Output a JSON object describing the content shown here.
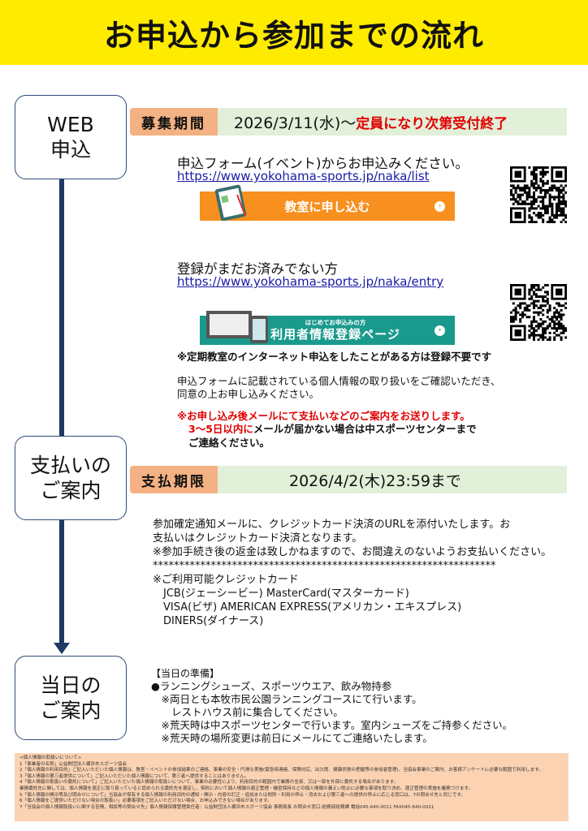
{
  "title": "お申込から参加までの流れ",
  "steps": [
    {
      "label": "WEB\n申込",
      "l1": "WEB",
      "l2": "申込"
    },
    {
      "l1": "支払いの",
      "l2": "ご案内"
    },
    {
      "l1": "当日の",
      "l2": "ご案内"
    }
  ],
  "web": {
    "period_label": "募集期間",
    "period_value": "2026/3/11(水)～",
    "period_red": "定員になり次第受付終了",
    "form_text": "申込フォーム(イベント)からお申込みください。",
    "form_url": "https://www.yokohama-sports.jp/naka/list",
    "apply_button": "教室に申し込む",
    "register_text": "登録がまだお済みでない方",
    "register_url": "https://www.yokohama-sports.jp/naka/entry",
    "register_button_small": "はじめてお申込みの方",
    "register_button": "利用者情報登録ページ",
    "note1": "※定期教室のインターネット申込をしたことがある方は登録不要です",
    "note2a": "申込フォームに記載されている個人情報の取り扱いをご確認いただき、",
    "note2b": "同意の上お申し込みください。",
    "note3a": "※お申し込み後メールにて支払いなどのご案内をお送りします。",
    "note3b_red": "3～5日以内に",
    "note3b": "メールが届かない場合は中スポーツセンターまで",
    "note3c": "ご連絡ください。"
  },
  "payment": {
    "deadline_label": "支払期限",
    "deadline_value": "2026/4/2(木)23:59まで",
    "lines": [
      "参加確定通知メールに、クレジットカード決済のURLを添付いたします。お",
      "支払いはクレジットカード決済となります。",
      "※参加手続き後の返金は致しかねますので、お間違えのないようお支払いください。",
      "*****************************************************************",
      "※ご利用可能クレジットカード",
      "　JCB(ジェーシービー) MasterCard(マスターカード)",
      "　VISA(ビザ) AMERICAN EXPRESS(アメリカン・エキスプレス)",
      "　DINERS(ダイナース)"
    ]
  },
  "day": {
    "lines": [
      "【当日の準備】",
      "●ランニングシューズ、スポーツウエア、飲み物持参",
      "　※両日とも本牧市民公園ランニングコースにて行います。",
      "　　レストハウス前に集合してください。",
      "　※荒天時は中スポーツセンターで行います。室内シューズをご持参ください。",
      "　※荒天時の場所変更は前日にメールにてご連絡いたします。"
    ]
  },
  "footer": [
    "<個人情報の取扱いについて>",
    "1「事業者の名称」公益財団法人横浜市スポーツ協会",
    "2「個人情報の利用目的」ご記入いただいた個人情報は、教室・イベントの参加結果のご連絡、事業の安全・円滑な実施(緊急時連絡、保険対応、出欠席、健康状態の把握等の参加者管理)、当協会事業のご案内、お客様アンケートに必要な範囲で利用します。",
    "3「個人情報の第三者提供について」ご記入いただいた個人情報について、第三者へ提供することはありません。",
    "4「個人情報の取扱いの委託について」ご記入いただいた個人情報の取扱いについて、事業の必要性により、利用目的の範囲内で業務の全部、又は一部を外部に委託する場合があります。",
    "業務委託先に関しては、個人情報を適正に取り扱っていると認められる委託先を選定し、契約において個人情報の適正管理・機密保持などの個人情報の漏えい防止に必要な事項を取り決め、適正管理の実施を義務づけます。",
    "5「個人情報の開示等及び問合せについて」当協会が保有する個人情報の利用目的の通知・開示・内容の訂正・追加または削除・利用の停止・消去および第三者への提供の停止に応じる窓口は、7の問合せ先と同じです。",
    "6「個人情報をご提供いただけない場合の取扱い」必要事項をご記入いただけない場合、お申込みできない場合があります。",
    "7「当協会の個人情報取扱いに関する苦情、相談等の問合せ先」個人情報保護管理責任者：公益財団法人横浜市スポーツ協会 事務局長 お問合せ窓口:総務部総務課 電話045-640-0011 FAX045-640-0021"
  ],
  "colors": {
    "title_bg": "#ffeb00",
    "tag_bg": "#f4b183",
    "band_bg": "#e2efd9",
    "apply_btn": "#f7901e",
    "register_btn": "#1a9a8c",
    "line": "#1f3864"
  }
}
